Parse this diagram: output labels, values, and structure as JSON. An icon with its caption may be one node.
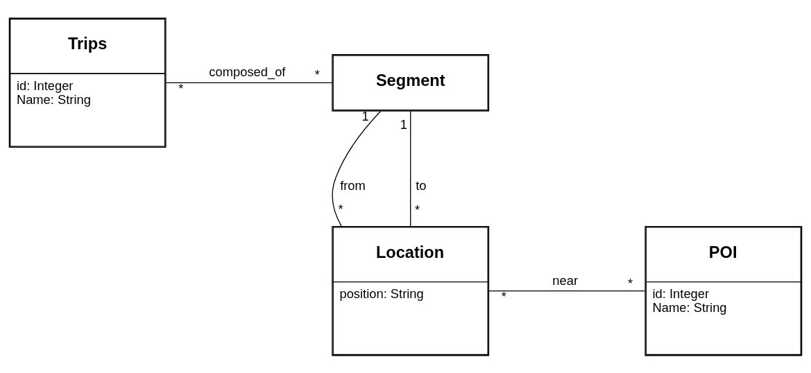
{
  "diagram": {
    "nodes": [
      {
        "text": [
          "Trips",
          "id: Integer",
          "Name: String"
        ]
      },
      {
        "text": [
          "Segment"
        ]
      },
      {
        "text": [
          "Location",
          "position: String"
        ]
      },
      {
        "text": [
          "POI",
          "id: Integer",
          "Name: String"
        ]
      }
    ],
    "edges": [
      {
        "from": 0,
        "to": 1,
        "arrow": "none",
        "label": "composed_of"
      },
      {
        "from": 1,
        "to": 2,
        "arrow": "none",
        "label": "from"
      },
      {
        "from": 1,
        "to": 2,
        "arrow": "none",
        "label": "to"
      },
      {
        "from": 2,
        "to": 3,
        "arrow": "none",
        "label": "near"
      }
    ],
    "labels": [
      "*",
      "*",
      "1",
      "1",
      "*",
      "*",
      "*",
      "*"
    ]
  }
}
